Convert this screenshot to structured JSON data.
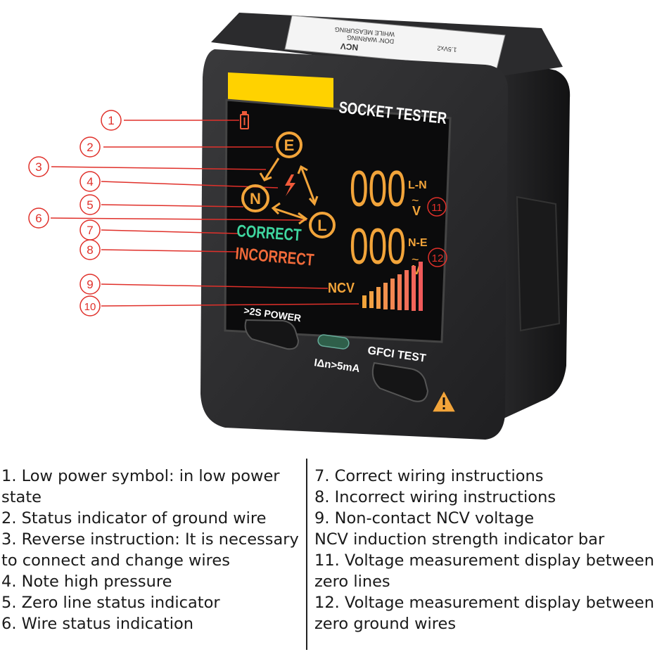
{
  "device": {
    "title": "SOCKET TESTER",
    "back_label_line1": "NCV",
    "back_label_line2": "DON' WARNING",
    "back_label_line3": "WHILE MEASURING",
    "back_label_line4": "1.5Vx2",
    "lcd": {
      "correct_label": "CORRECT",
      "incorrect_label": "INCORRECT",
      "ncv_label": "NCV",
      "earth_symbol": "E",
      "neutral_symbol": "N",
      "live_symbol": "L",
      "reading_ln": "000",
      "reading_ne": "000",
      "ln_label": "L-N",
      "ne_label": "N-E",
      "volt_unit": "V",
      "volt_tilde": "~"
    },
    "power_button_label": ">2S POWER",
    "gfci_button_label": "GFCI  TEST",
    "leakage_label": "IΔn>5mA",
    "warning_icon": "warning-triangle-icon"
  },
  "callouts": [
    {
      "num": "1"
    },
    {
      "num": "2"
    },
    {
      "num": "3"
    },
    {
      "num": "4"
    },
    {
      "num": "5"
    },
    {
      "num": "6"
    },
    {
      "num": "7"
    },
    {
      "num": "8"
    },
    {
      "num": "9"
    },
    {
      "num": "10"
    },
    {
      "num": "11"
    },
    {
      "num": "12"
    }
  ],
  "legend_left": [
    "1. Low power symbol: in low power state",
    "2. Status indicator of ground wire",
    "3. Reverse instruction: It is necessary to connect and change wires",
    "4. Note high pressure",
    "5. Zero line status indicator",
    "6. Wire status indication"
  ],
  "legend_right": [
    "7. Correct wiring instructions",
    "8. Incorrect wiring instructions",
    "9. Non-contact NCV voltage",
    "NCV induction strength indicator bar",
    "11. Voltage measurement display between zero lines",
    "12. Voltage measurement display between zero ground wires"
  ],
  "colors": {
    "callout_red": "#e0302a",
    "lcd_orange": "#f2a43a",
    "lcd_green": "#3fd6a0",
    "lcd_red": "#f06a3a",
    "label_yellow": "#ffd200"
  }
}
